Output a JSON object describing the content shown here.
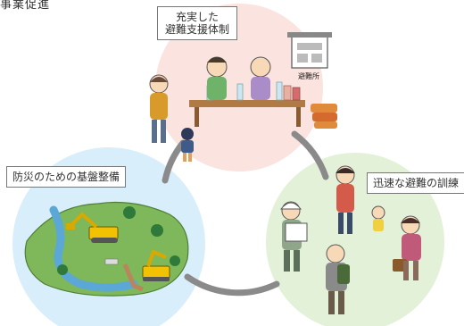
{
  "header_fragment": "事業促進",
  "nodes": {
    "top": {
      "line1": "充実した",
      "line2": "避難支援体制"
    },
    "left": {
      "label": "防災のための基盤整備"
    },
    "right": {
      "label": "迅速な避難の訓練"
    }
  },
  "shelter_sign": "避難所",
  "colors": {
    "top_circle": "#fbe3df",
    "left_circle": "#d8eefa",
    "right_circle": "#e2f1d8",
    "cycle_ring": "#8a8a8a",
    "hill": "#7fb85a",
    "river": "#5aa7d8",
    "excavator": "#f2c200"
  }
}
